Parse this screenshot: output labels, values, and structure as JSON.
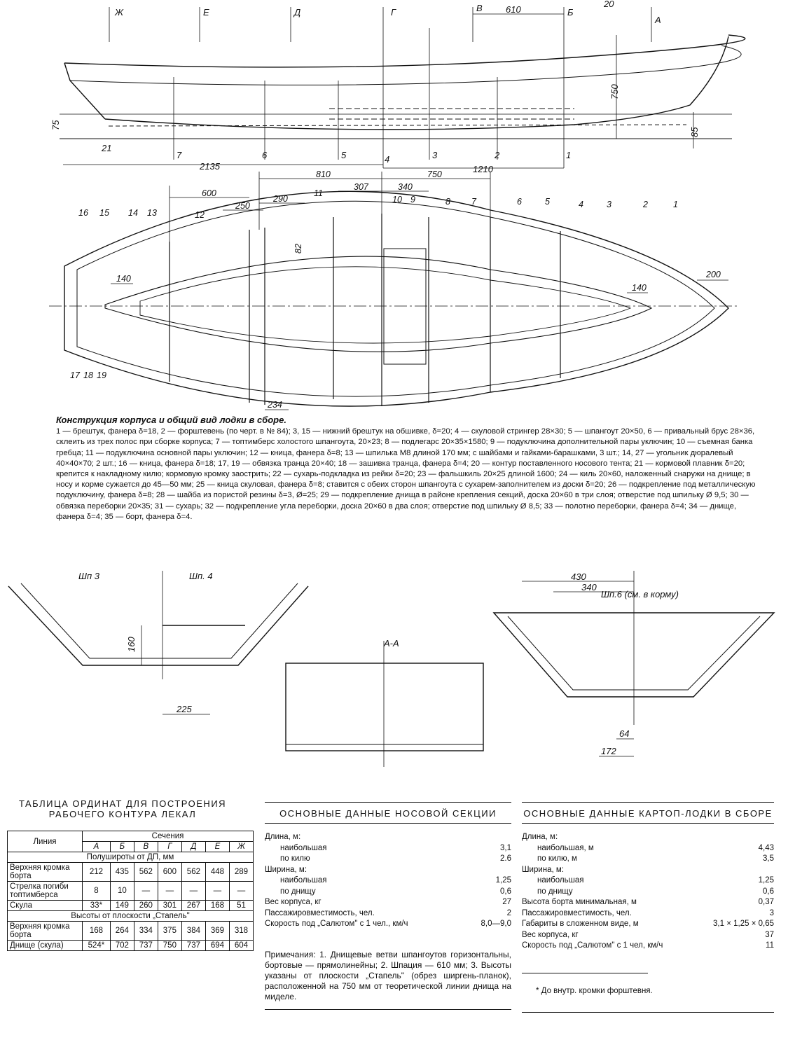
{
  "side_view": {
    "stations_top": [
      "Ж",
      "Е",
      "Д",
      "Г",
      "В",
      "Б",
      "А"
    ],
    "dims": {
      "d610": "610",
      "d750": "750",
      "d75": "75",
      "d85": "85",
      "d2135": "2135",
      "d1210": "1210"
    },
    "frames": [
      "7",
      "6",
      "5",
      "4",
      "3",
      "2",
      "1"
    ],
    "callouts": {
      "c20": "20",
      "c21": "21"
    }
  },
  "plan_view": {
    "dims": [
      "600",
      "290",
      "250",
      "307",
      "340",
      "810",
      "750",
      "82",
      "140",
      "140",
      "200",
      "234"
    ],
    "callouts": [
      "16",
      "15",
      "14",
      "13",
      "12",
      "11",
      "10",
      "9",
      "8",
      "7",
      "6",
      "5",
      "4",
      "3",
      "2",
      "1",
      "17",
      "18",
      "19"
    ]
  },
  "caption": {
    "title": "Конструкция корпуса и общий вид лодки в сборе.",
    "text": "1 — брештук, фанера δ=18, 2 — форштевень (по черт. в № 84); 3, 15 — нижний брештук на обшивке, δ=20; 4 — скуловой стрингер 28×30; 5 — шпангоут 20×50, 6 — привальный брус 28×36, склеить из трех полос при сборке корпуса; 7 — топтимберс холостого шпангоута, 20×23; 8 — подлегарс 20×35×1580; 9 — подуключина дополнительной пары уключин; 10 — съемная банка гребца; 11 — подуключина основной пары уключин; 12 — кница, фанера δ=8; 13 — шпилька М8 длиной 170 мм; с шайбами и гайками-барашками, 3 шт.; 14, 27 — угольник дюралевый 40×40×70; 2 шт.; 16 — кница, фанера δ=18; 17, 19 — обвязка транца 20×40; 18 — зашивка транца, фанера δ=4; 20 — контур поставленного носового тента; 21 — кормовой плавник δ=20; крепится к накладному килю; кормовую кромку заострить; 22 — сухарь-подкладка из рейки δ=20; 23 — фальшкиль 20×25 длиной 1600; 24 — киль 20×60, наложенный снаружи на днище; в носу и корме сужается до 45—50 мм; 25 — кница скуловая, фанера δ=8; ставится с обеих сторон шпангоута с сухарем-заполнителем из доски δ=20; 26 — подкрепление под металлическую подуключину, фанера δ=8; 28 — шайба из пористой резины δ=3, Ø=25; 29 — подкрепление днища в районе крепления секций, доска 20×60 в три слоя; отверстие под шпильку Ø 9,5; 30 — обвязка переборки 20×35; 31 — сухарь; 32 — подкрепление угла переборки, доска 20×60 в два слоя; отверстие под шпильку Ø 8,5; 33 — полотно переборки, фанера δ=4; 34 — днище, фанера δ=4; 35 — борт, фанера δ=4."
  },
  "sections": {
    "sh3": "Шп 3",
    "sh4": "Шп. 4",
    "sh6": "Шп.6 (см. в корму)",
    "aa": "А-А",
    "d160": "160",
    "d225": "225",
    "d430": "430",
    "d340": "340",
    "d64": "64",
    "d172": "172"
  },
  "ordinates": {
    "title": "ТАБЛИЦА ОРДИНАТ ДЛЯ ПОСТРОЕНИЯ РАБОЧЕГО КОНТУРА ЛЕКАЛ",
    "col_line": "Линия",
    "col_sections": "Сечения",
    "stations": [
      "А",
      "Б",
      "В",
      "Г",
      "Д",
      "Е",
      "Ж"
    ],
    "group1": "Полуширо­ты от ДП, мм",
    "rows1": [
      {
        "label": "Верхняя кромка борта",
        "values": [
          "212",
          "435",
          "562",
          "600",
          "562",
          "448",
          "289"
        ]
      },
      {
        "label": "Стрелка погиби топтимберса",
        "values": [
          "8",
          "10",
          "—",
          "—",
          "—",
          "—",
          "—"
        ]
      },
      {
        "label": "Скула",
        "values": [
          "33*",
          "149",
          "260",
          "301",
          "267",
          "168",
          "51"
        ]
      }
    ],
    "group2": "Высоты от плоскости „Стапель\"",
    "rows2": [
      {
        "label": "Верхняя кромка борта",
        "values": [
          "168",
          "264",
          "334",
          "375",
          "384",
          "369",
          "318"
        ]
      },
      {
        "label": "Днище (скула)",
        "values": [
          "524*",
          "702",
          "737",
          "750",
          "737",
          "694",
          "604"
        ]
      }
    ]
  },
  "bow_section": {
    "title": "ОСНОВНЫЕ ДАННЫЕ НОСОВОЙ СЕКЦИИ",
    "rows": [
      {
        "label": "Длина, м:",
        "value": "",
        "indent": false
      },
      {
        "label": "наибольшая",
        "value": "3,1",
        "indent": true
      },
      {
        "label": "по килю",
        "value": "2.6",
        "indent": true
      },
      {
        "label": "Ширина, м:",
        "value": "",
        "indent": false
      },
      {
        "label": "наибольшая",
        "value": "1,25",
        "indent": true
      },
      {
        "label": "по днищу",
        "value": "0,6",
        "indent": true
      },
      {
        "label": "Вес корпуса, кг",
        "value": "27",
        "indent": false
      },
      {
        "label": "Пассажировместимость, чел.",
        "value": "2",
        "indent": false
      },
      {
        "label": "Скорость под „Салютом\" с 1 чел., км/ч",
        "value": "8,0—9,0",
        "indent": false
      }
    ],
    "notes": "Примечания: 1. Днищевые ветви шпангоутов горизонтальны, бортовые — прямолинейны; 2. Шпация — 610 мм; 3. Высоты указаны от плоскости „Стапель\" (обрез ширгень-планок), расположенной на 750 мм от теоретической линии днища на миделе."
  },
  "boat_assembly": {
    "title": "ОСНОВНЫЕ ДАННЫЕ КАРТОП-ЛОДКИ В СБОРЕ",
    "rows": [
      {
        "label": "Длина, м:",
        "value": "",
        "indent": false
      },
      {
        "label": "наибольшая, м",
        "value": "4,43",
        "indent": true
      },
      {
        "label": "по килю, м",
        "value": "3,5",
        "indent": true
      },
      {
        "label": "Ширина, м:",
        "value": "",
        "indent": false
      },
      {
        "label": "наибольшая",
        "value": "1,25",
        "indent": true
      },
      {
        "label": "по днищу",
        "value": "0,6",
        "indent": true
      },
      {
        "label": "Высота борта минимальная, м",
        "value": "0,37",
        "indent": false
      },
      {
        "label": "Пассажировместимость, чел.",
        "value": "3",
        "indent": false
      },
      {
        "label": "Габариты в сложенном виде, м",
        "value": "3,1 × 1,25 × 0,65",
        "indent": false
      },
      {
        "label": "Вес корпуса, кг",
        "value": "37",
        "indent": false
      },
      {
        "label": "Скорость под „Салютом\" с 1 чел, км/ч",
        "value": "11",
        "indent": false
      }
    ],
    "footnote": "* До внутр. кромки форштевня."
  }
}
